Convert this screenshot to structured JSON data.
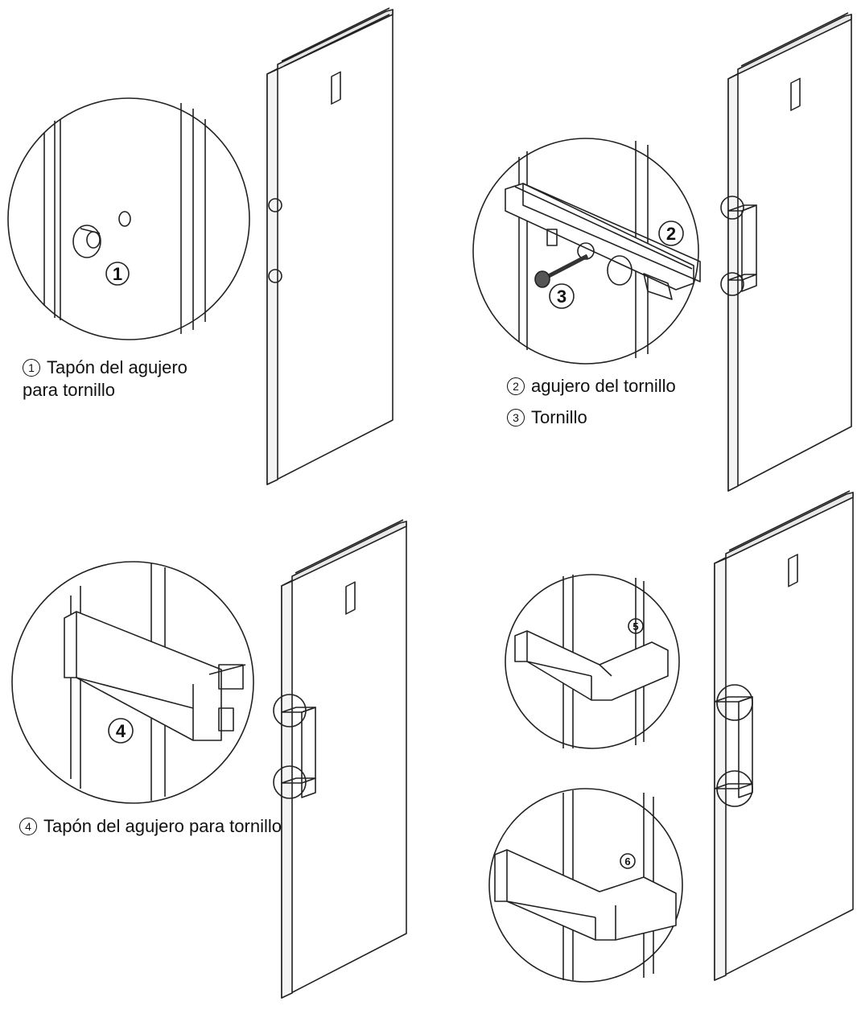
{
  "panels": {
    "step1": {
      "callout_marker": "1",
      "caption_number": "1",
      "caption_line1": "Tapón del agujero",
      "caption_line2": "para tornillo"
    },
    "step2": {
      "callout_marker_hole": "2",
      "callout_marker_screw": "3",
      "caption_hole_number": "2",
      "caption_hole": "agujero del tornillo",
      "caption_screw_number": "3",
      "caption_screw": "Tornillo"
    },
    "step3": {
      "callout_marker": "4",
      "caption_number": "4",
      "caption": "Tapón del agujero para tornillo"
    },
    "step4": {
      "callout_marker_top": "5",
      "callout_marker_bottom": "6"
    }
  }
}
